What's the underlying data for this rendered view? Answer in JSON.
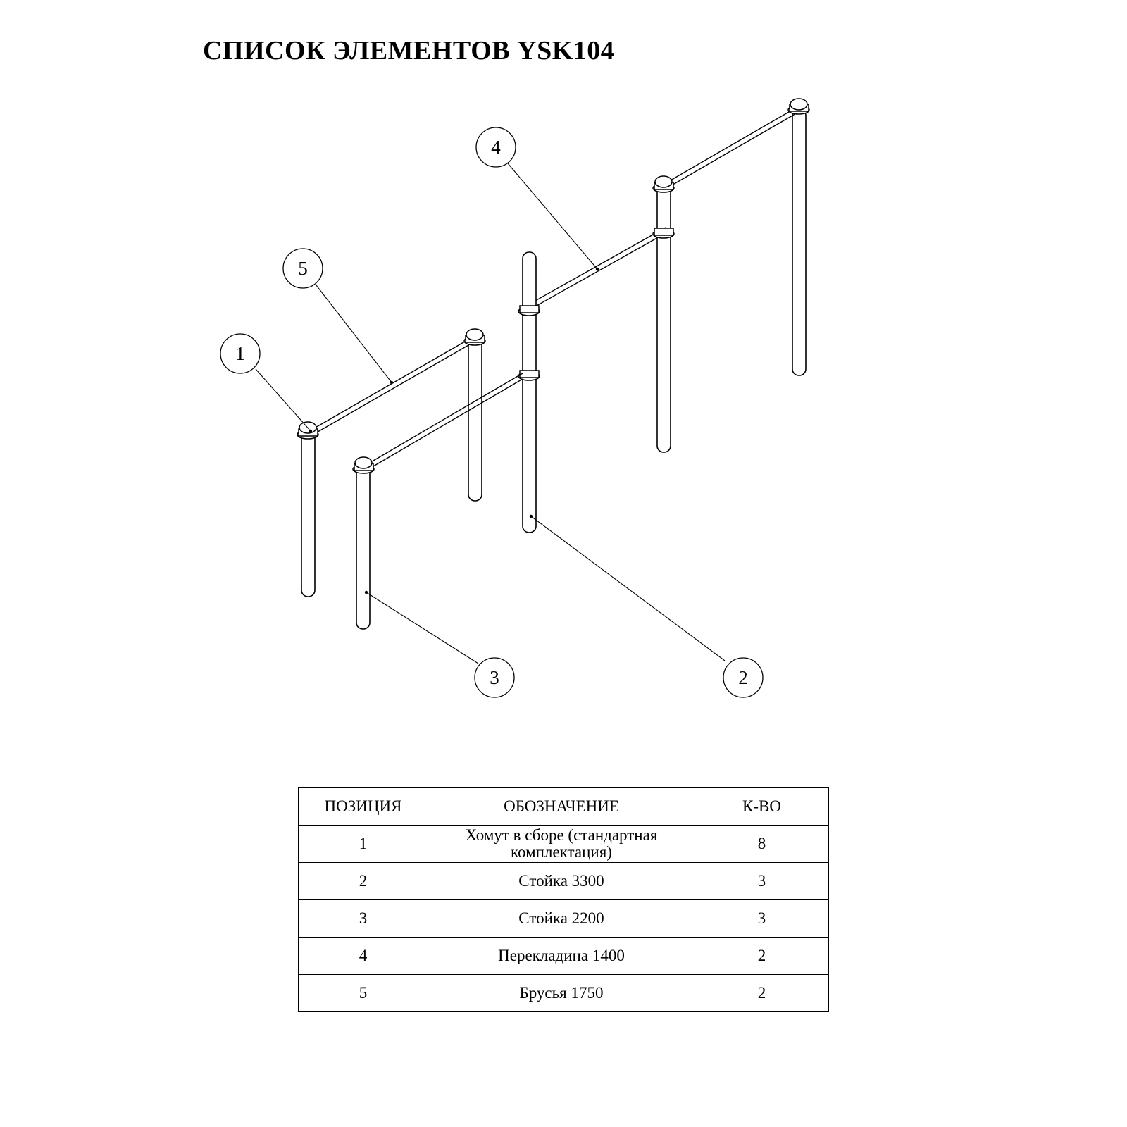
{
  "title": "СПИСОК ЭЛЕМЕНТОВ YSK104",
  "callouts": [
    {
      "id": "pos-1",
      "label": "1"
    },
    {
      "id": "pos-2",
      "label": "2"
    },
    {
      "id": "pos-3",
      "label": "3"
    },
    {
      "id": "pos-4",
      "label": "4"
    },
    {
      "id": "pos-5",
      "label": "5"
    }
  ],
  "table": {
    "headers": [
      "ПОЗИЦИЯ",
      "ОБОЗНАЧЕНИЕ",
      "К-ВО"
    ],
    "rows": [
      {
        "position": "1",
        "name": "Хомут в сборе (стандартная комплектация)",
        "qty": "8"
      },
      {
        "position": "2",
        "name": "Стойка 3300",
        "qty": "3"
      },
      {
        "position": "3",
        "name": "Стойка 2200",
        "qty": "3"
      },
      {
        "position": "4",
        "name": "Перекладина 1400",
        "qty": "2"
      },
      {
        "position": "5",
        "name": "Брусья  1750",
        "qty": "2"
      }
    ]
  }
}
